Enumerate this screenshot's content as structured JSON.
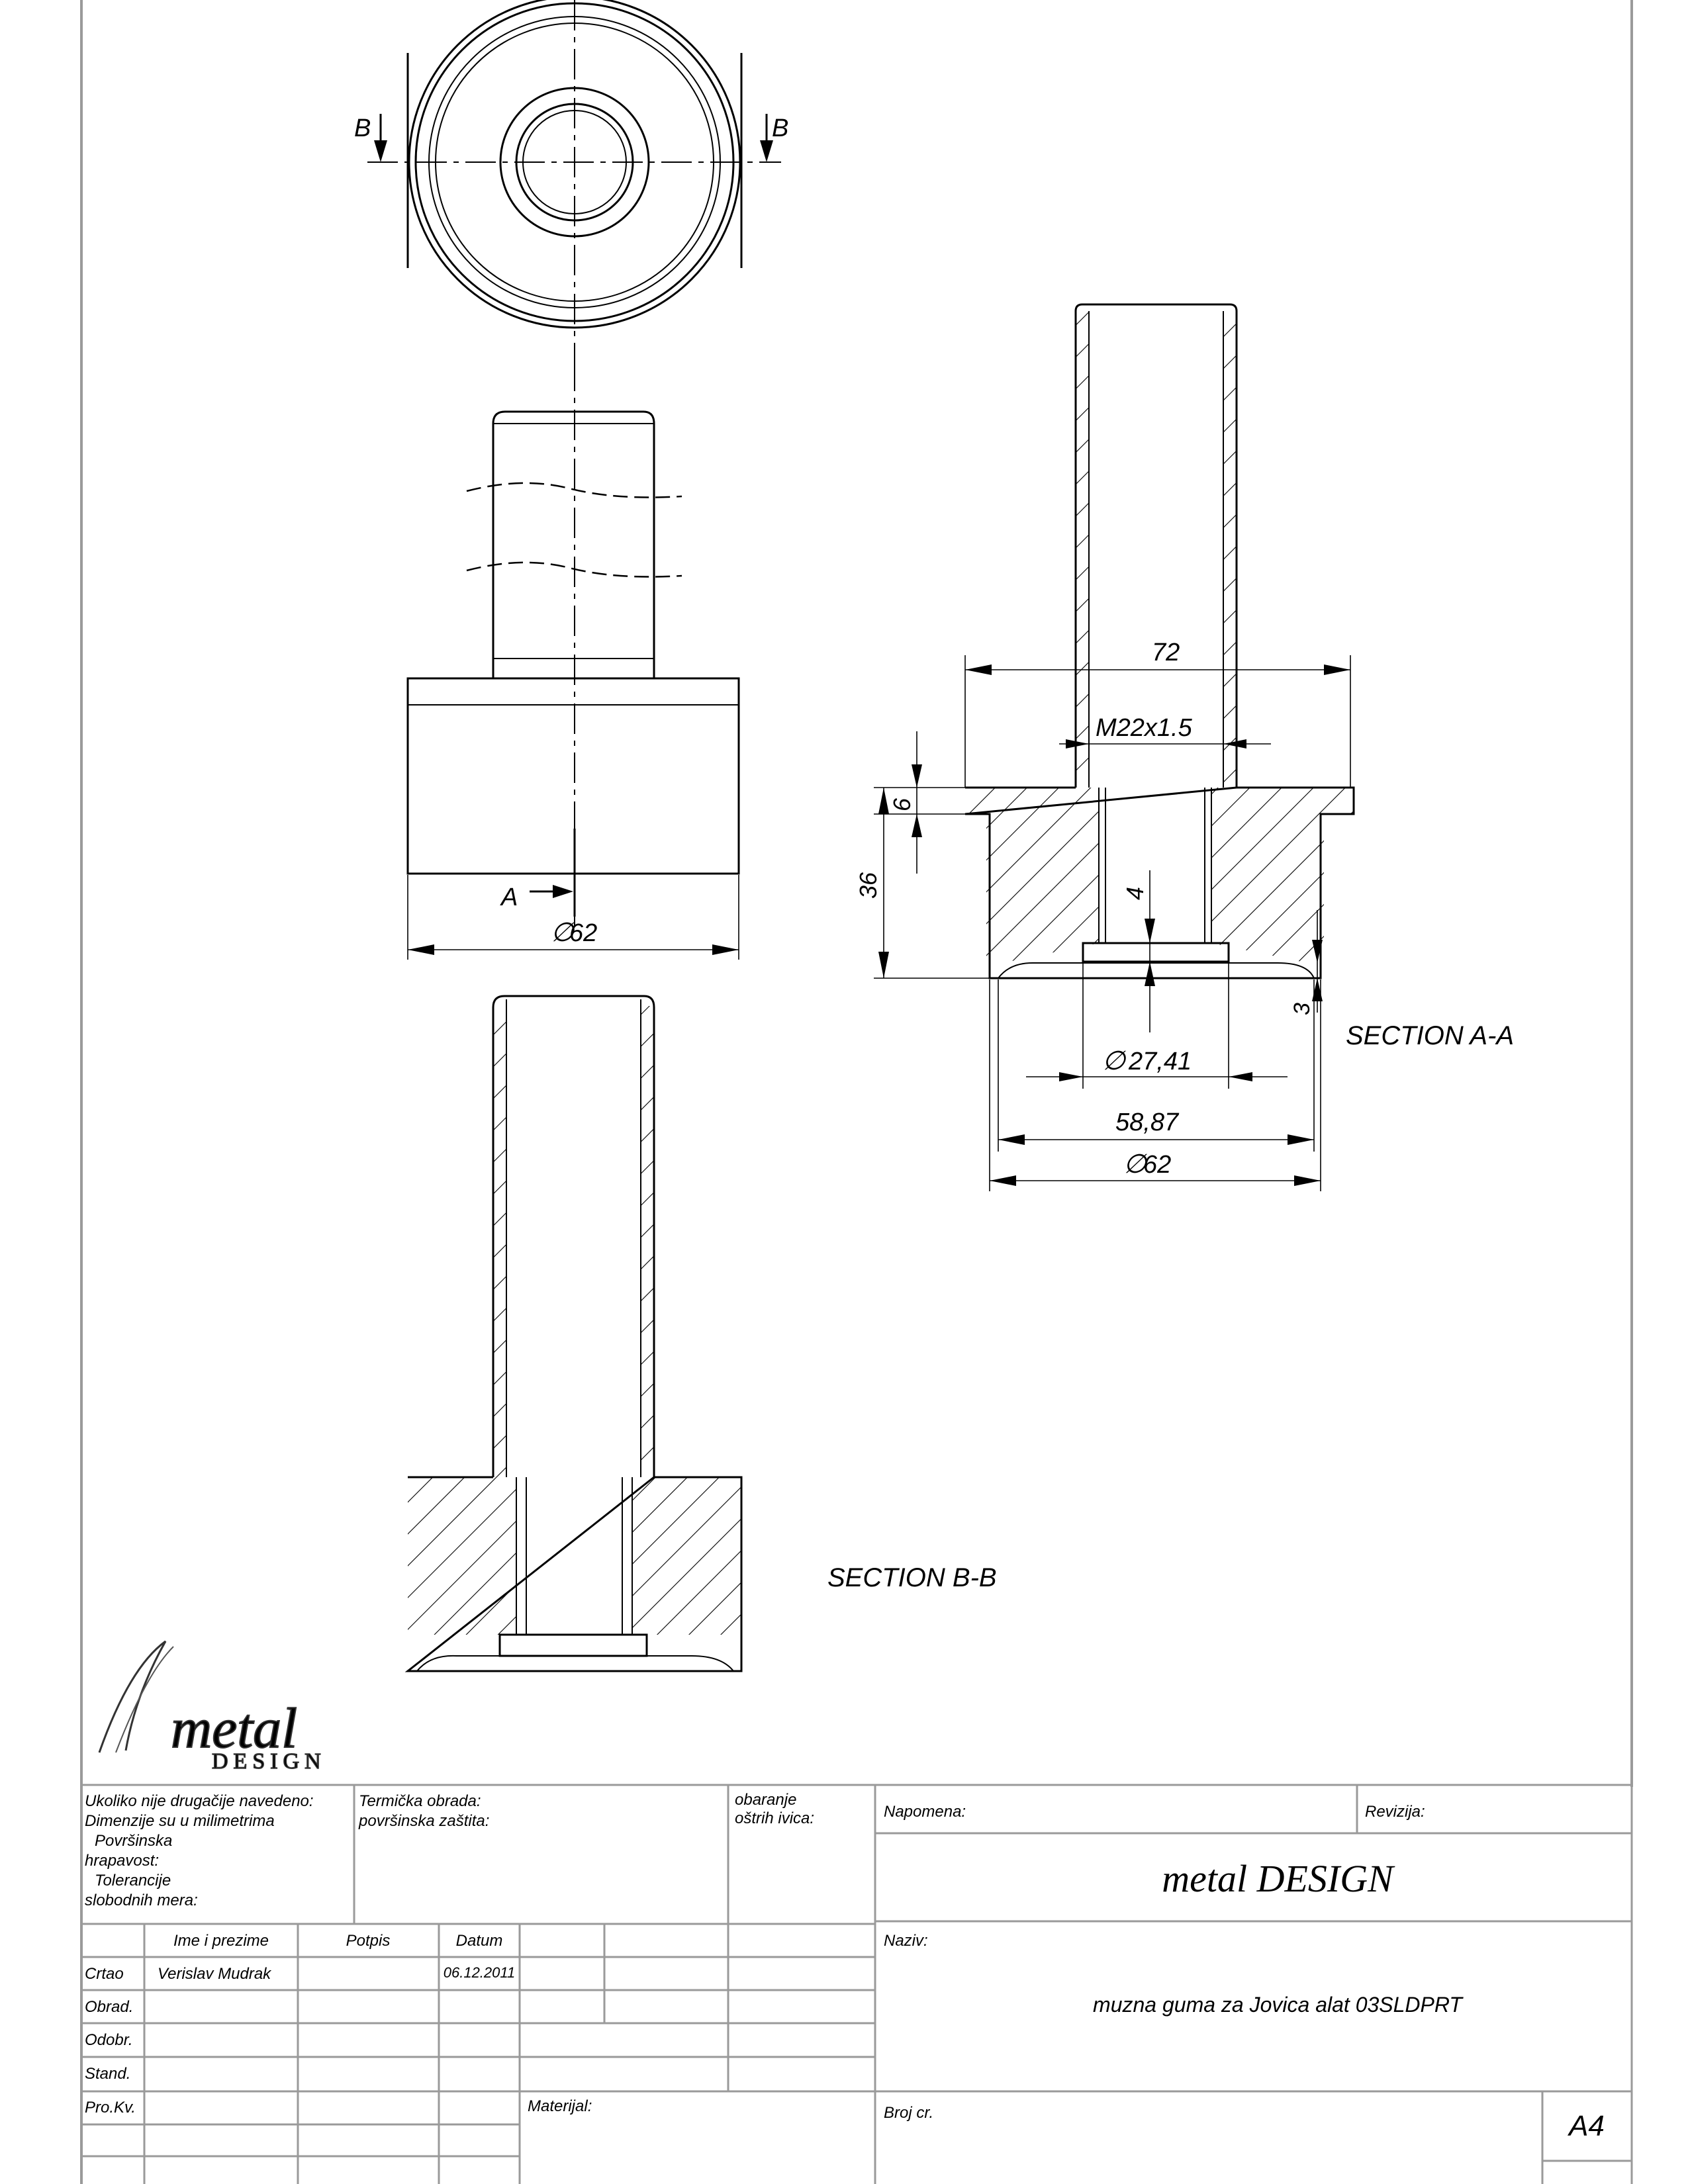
{
  "drawing": {
    "views": {
      "section_a_label": "SECTION A-A",
      "section_b_label": "SECTION B-B",
      "cut_label_b_left": "B",
      "cut_label_b_right": "B",
      "cut_label_a": "A"
    },
    "dimensions": {
      "front_diameter": "62",
      "overall_width": "72",
      "thread": "M22x1.5",
      "flange_height": "6",
      "total_height": "36",
      "bore_depth": "4",
      "bottom_recess": "3",
      "bore_diameter": "27,41",
      "inner_diameter": "58,87",
      "section_diameter": "62",
      "diameter_symbol": "∅"
    }
  },
  "logo": {
    "word": "metal",
    "sub": "DESIGN"
  },
  "title_block": {
    "notes": {
      "line1": "Ukoliko nije drugačije navedeno:",
      "line2": "Dimenzije su u milimetrima",
      "line3": "Površinska",
      "line4": "hrapavost:",
      "line5": "Tolerancije",
      "line6": "slobodnih mera:"
    },
    "heat": {
      "line1": "Termička obrada:",
      "line2": "površinska zaštita:"
    },
    "edges": {
      "line1": "obaranje",
      "line2": "oštrih ivica:"
    },
    "napomena_label": "Napomena:",
    "revizija_label": "Revizija:",
    "company": "metal DESIGN",
    "naziv_label": "Naziv:",
    "part_name": "muzna guma za Jovica alat 03SLDPRT",
    "materijal_label": "Materijal:",
    "broj_label": "Broj cr.",
    "sheet_size": "A4",
    "headers": {
      "name": "Ime i prezime",
      "signature": "Potpis",
      "date": "Datum"
    },
    "rows": {
      "drawn": "Crtao",
      "checked": "Obrad.",
      "approved": "Odobr.",
      "standard": "Stand.",
      "pro": "Pro.Kv."
    },
    "drawn_by": "Verislav Mudrak",
    "drawn_date": "06.12.2011"
  }
}
